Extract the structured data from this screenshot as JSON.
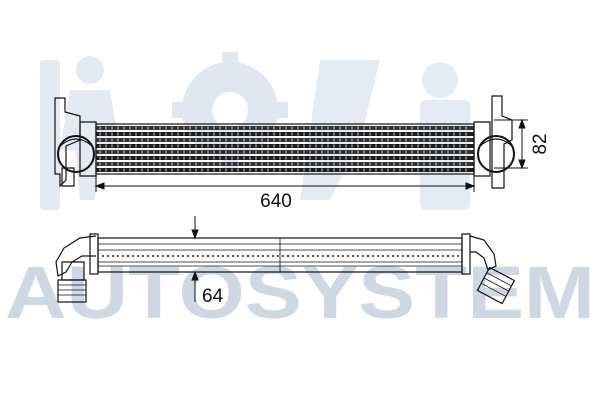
{
  "drawing": {
    "length_label": "640",
    "height_label": "82",
    "depth_label": "64"
  },
  "watermark": {
    "text": "AUTOSYSTEM",
    "color": "#c9d4e3"
  },
  "colors": {
    "line": "#111111",
    "fin_dark": "#222222",
    "wm_gear": "#d7e0ec"
  }
}
